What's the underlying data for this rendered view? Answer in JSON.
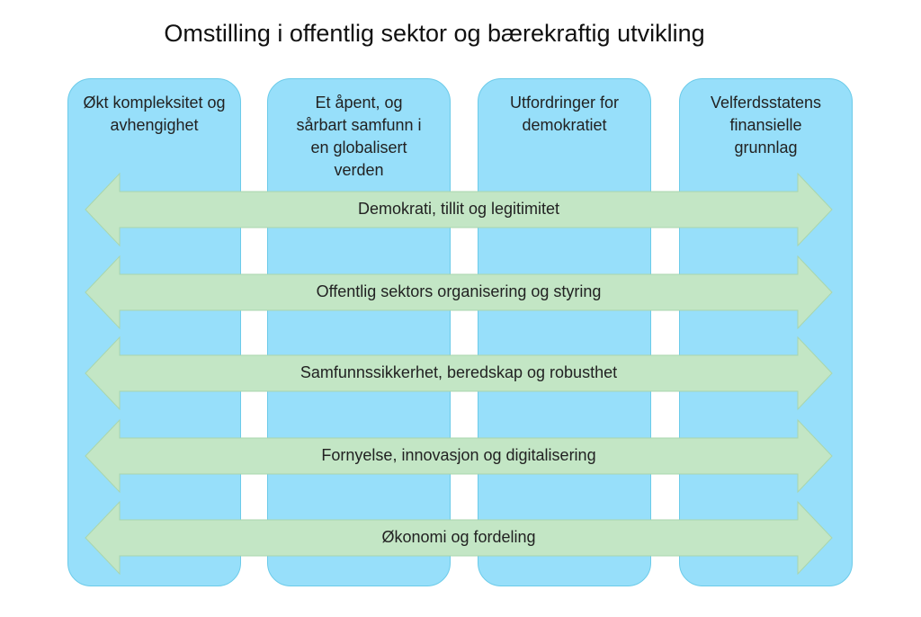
{
  "title": "Omstilling i offentlig sektor og bærekraftig utvikling",
  "columns": [
    {
      "label": "Økt kompleksitet og avhengighet"
    },
    {
      "label": "Et åpent, og sårbart samfunn i en globalisert verden"
    },
    {
      "label": "Utfordringer for demokratiet"
    },
    {
      "label": "Velferdsstatens finansielle grunnlag"
    }
  ],
  "arrows": [
    {
      "label": "Demokrati, tillit og legitimitet"
    },
    {
      "label": "Offentlig sektors organisering og styring"
    },
    {
      "label": "Samfunnssikkerhet, beredskap og robusthet"
    },
    {
      "label": "Fornyelse, innovasjon og digitalisering"
    },
    {
      "label": "Økonomi og fordeling"
    }
  ],
  "colors": {
    "column": "#97dffa",
    "arrow": "#c3e6c5",
    "arrow_border": "#a9d6ad"
  }
}
